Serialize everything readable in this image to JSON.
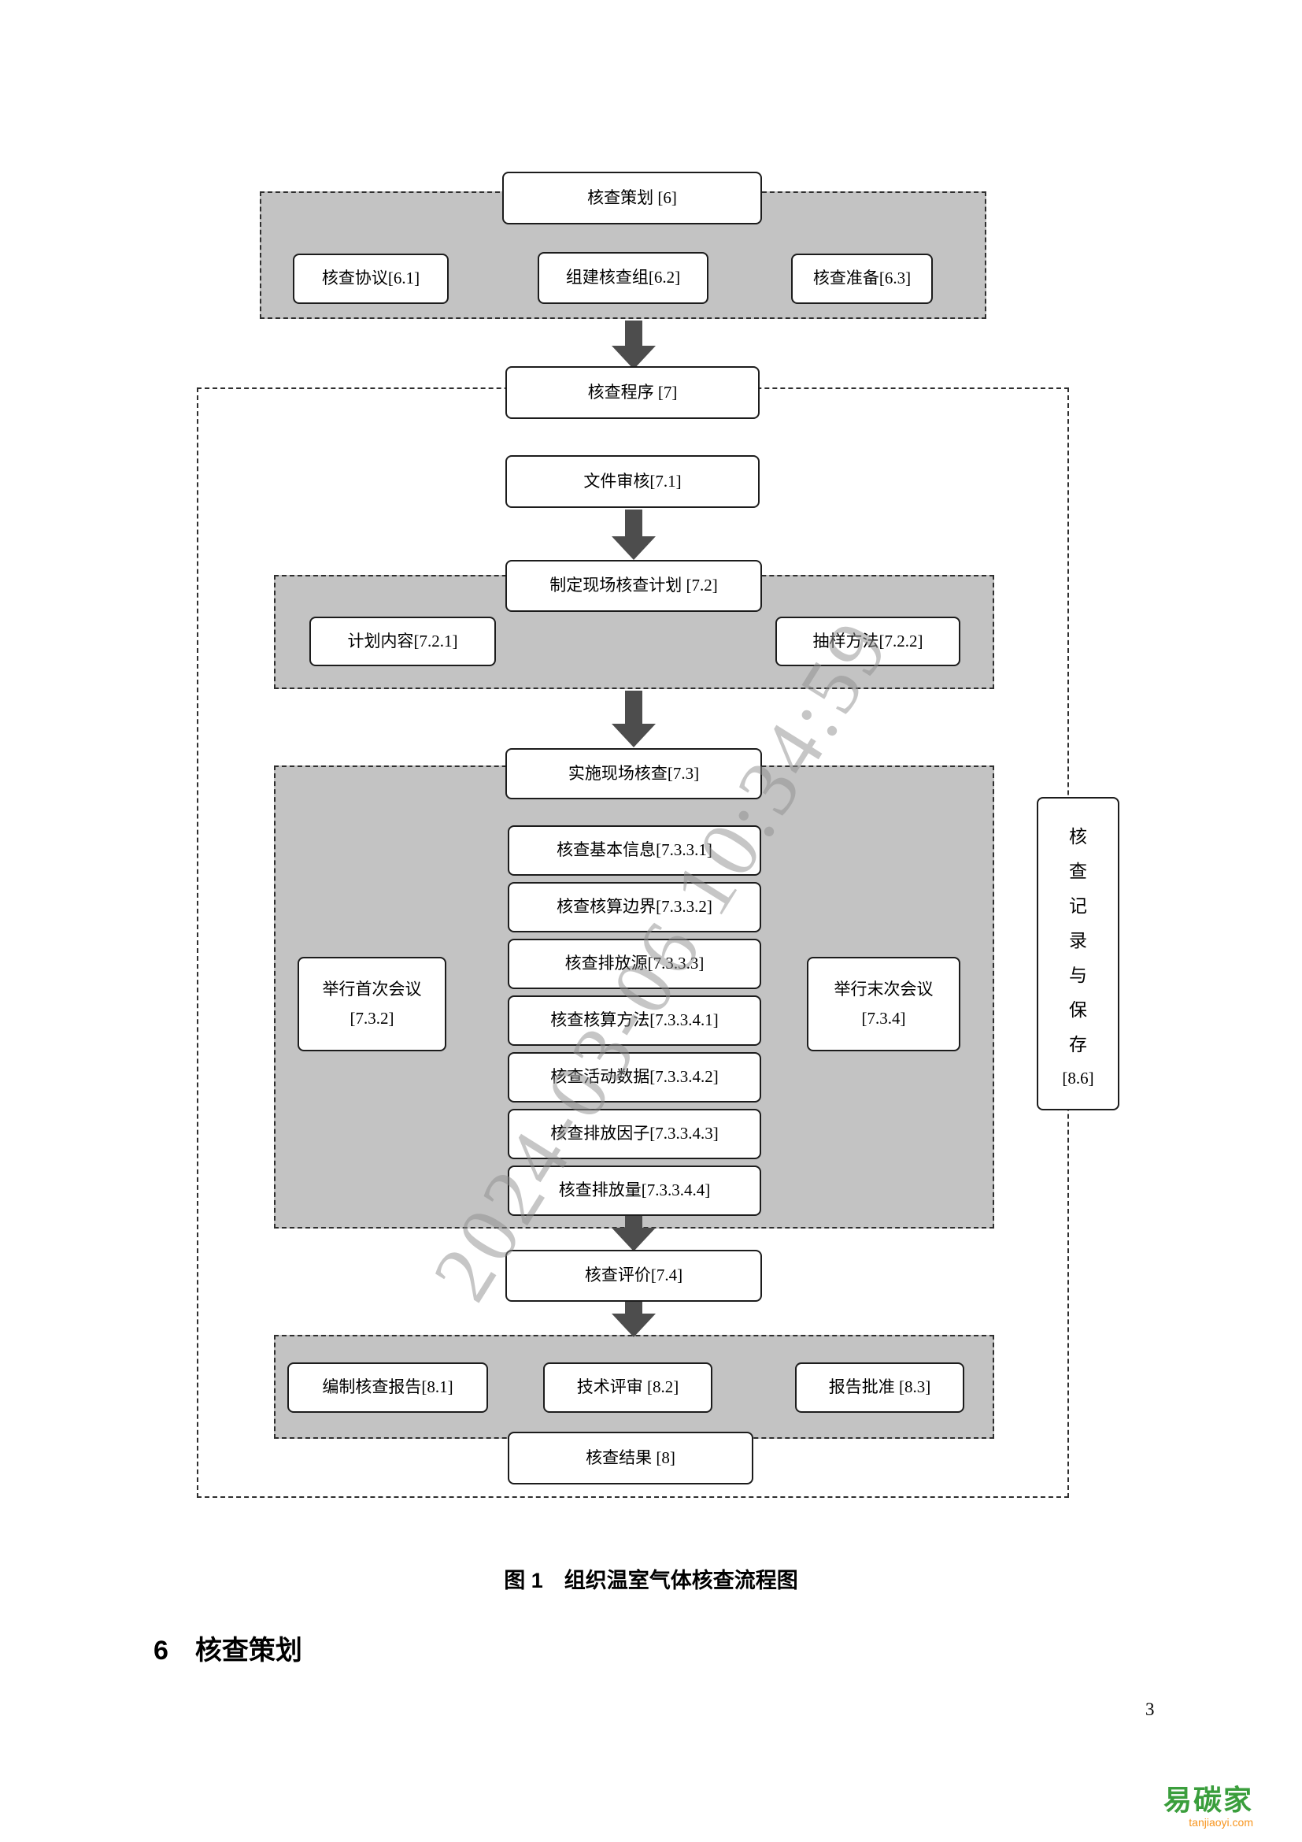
{
  "watermark": "2024-03-06 10:34:59",
  "caption": "图 1　组织温室气体核查流程图",
  "section_heading": "6　核查策划",
  "page_number": "3",
  "logo": {
    "name": "易碳家",
    "domain": "tanjiaoyi",
    "tld": ".com"
  },
  "flow": {
    "planning": {
      "title": "核查策划 [6]",
      "agreement": "核查协议[6.1]",
      "team": "组建核查组[6.2]",
      "preparation": "核查准备[6.3]"
    },
    "procedure_title": "核查程序 [7]",
    "document_review": "文件审核[7.1]",
    "site_plan": {
      "title": "制定现场核查计划 [7.2]",
      "content": "计划内容[7.2.1]",
      "sampling": "抽样方法[7.2.2]"
    },
    "onsite": {
      "title": "实施现场核查[7.3]",
      "steps": [
        "核查基本信息[7.3.3.1]",
        "核查核算边界[7.3.3.2]",
        "核查排放源[7.3.3.3]",
        "核查核算方法[7.3.3.4.1]",
        "核查活动数据[7.3.3.4.2]",
        "核查排放因子[7.3.3.4.3]",
        "核查排放量[7.3.3.4.4]"
      ],
      "first_meeting": {
        "line1": "举行首次会议",
        "line2": "[7.3.2]"
      },
      "last_meeting": {
        "line1": "举行末次会议",
        "line2": "[7.3.4]"
      }
    },
    "evaluation": "核查评价[7.4]",
    "reporting": {
      "compile": "编制核查报告[8.1]",
      "technical_review": "技术评审 [8.2]",
      "approval": "报告批准 [8.3]",
      "result": "核查结果 [8]"
    },
    "record": {
      "chars": [
        "核",
        "查",
        "记",
        "录",
        "与",
        "保",
        "存"
      ],
      "tag": "[8.6]"
    }
  }
}
